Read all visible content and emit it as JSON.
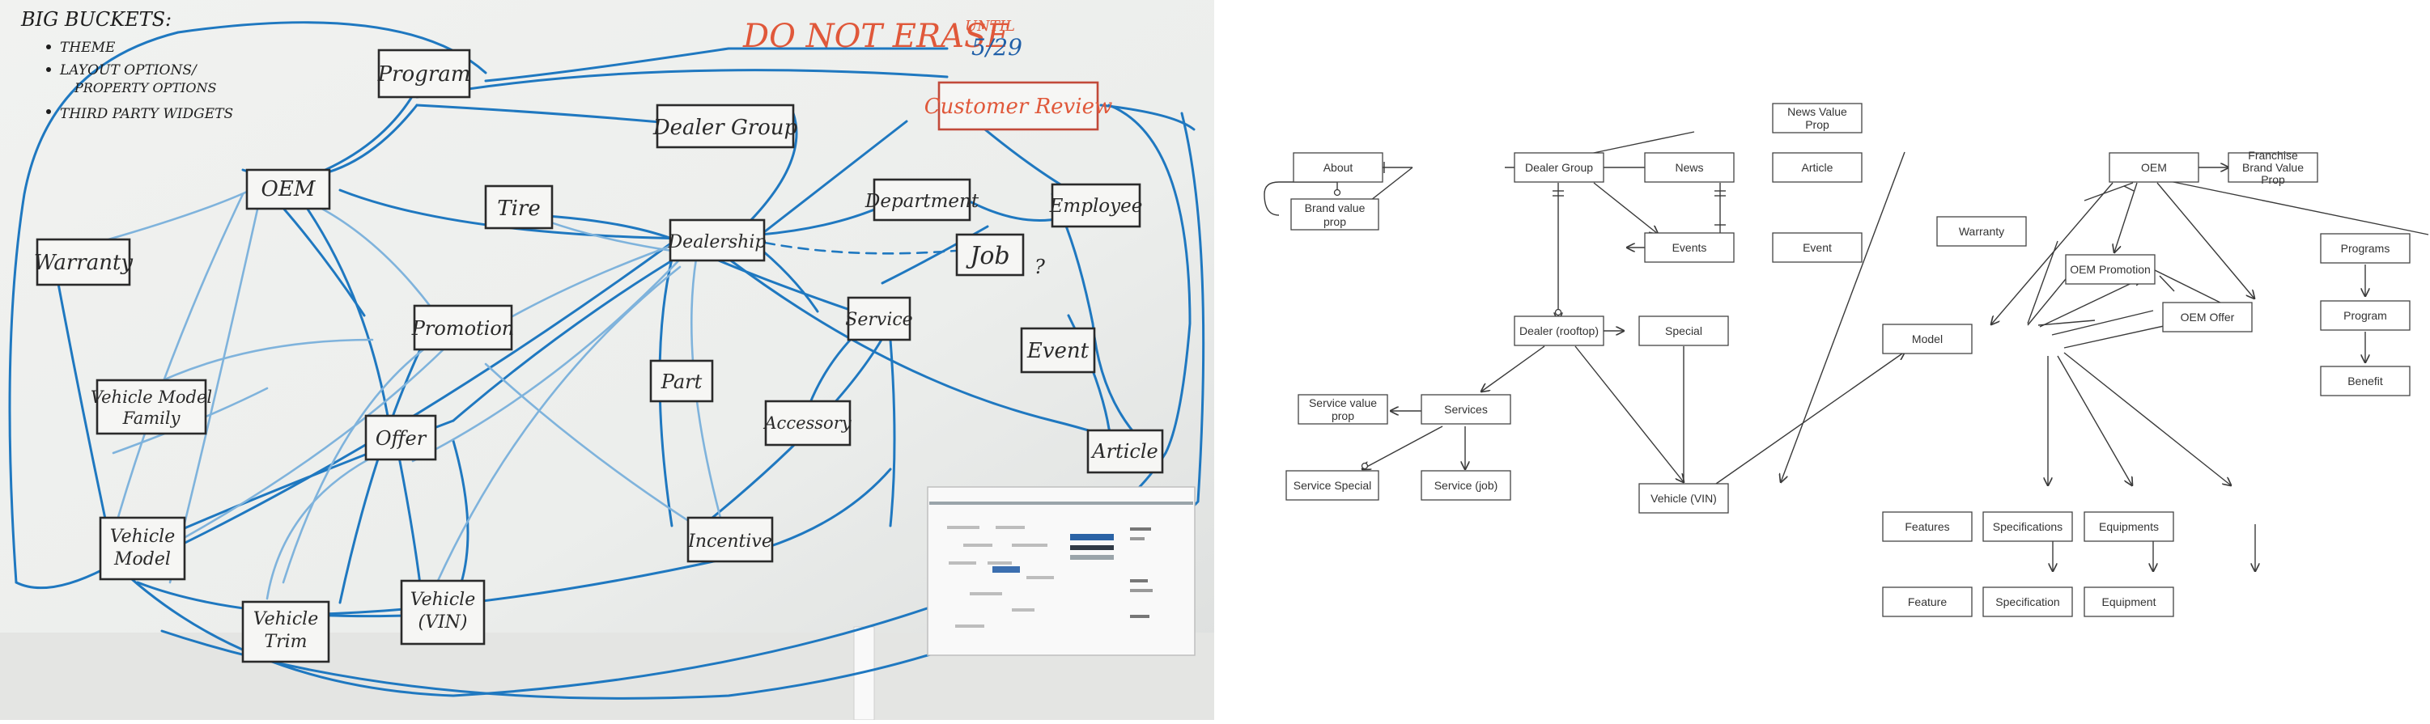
{
  "whiteboard": {
    "notes_title": "BIG BUCKETS:",
    "notes_items": [
      "THEME",
      "LAYOUT OPTIONS/",
      "PROPERTY OPTIONS",
      "THIRD PARTY WIDGETS"
    ],
    "warning": "DO NOT ERASE",
    "warning_until": "UNTIL",
    "warning_date": "5/29",
    "job_question": "?",
    "nodes": {
      "program": "Program",
      "oem": "OEM",
      "dealer_group": "Dealer Group",
      "customer_review": "Customer Review",
      "warranty": "Warranty",
      "tire": "Tire",
      "dealership": "Dealership",
      "department": "Department",
      "employee": "Employee",
      "job": "Job",
      "promotion": "Promotion",
      "vehicle_model_family": [
        "Vehicle Model",
        "Family"
      ],
      "offer": "Offer",
      "service": "Service",
      "event": "Event",
      "part": "Part",
      "accessory": "Accessory",
      "article": "Article",
      "vehicle_model": [
        "Vehicle",
        "Model"
      ],
      "incentive": "Incentive",
      "vehicle_trim": [
        "Vehicle",
        "Trim"
      ],
      "vehicle_vin": [
        "Vehicle",
        "(VIN)"
      ]
    },
    "colors": {
      "board": "#f3f3f1",
      "marker": "#1f78c0",
      "marker_light": "#7fb3dc",
      "ink": "#2a2a2a",
      "red": "#e0583a"
    }
  },
  "erd": {
    "nodes": {
      "about": "About",
      "brand_value_prop": [
        "Brand value",
        "prop"
      ],
      "dealer_group": "Dealer Group",
      "news": "News",
      "news_value_prop": [
        "News Value",
        "Prop"
      ],
      "article": "Article",
      "events": "Events",
      "event": "Event",
      "dealer_rooftop": "Dealer (rooftop)",
      "special": "Special",
      "service_value_prop": [
        "Service value",
        "prop"
      ],
      "services": "Services",
      "service_special": "Service Special",
      "service_job": "Service (job)",
      "vehicle_vin": "Vehicle (VIN)",
      "oem": "OEM",
      "franchise_brand_value_prop": [
        "Franchise",
        "Brand Value",
        "Prop"
      ],
      "warranty": "Warranty",
      "oem_promotion": "OEM Promotion",
      "oem_offer": "OEM Offer",
      "model": "Model",
      "programs": "Programs",
      "program": "Program",
      "benefit": "Benefit",
      "features": "Features",
      "feature": "Feature",
      "specifications": "Specifications",
      "specification": "Specification",
      "equipments": "Equipments",
      "equipment": "Equipment"
    }
  }
}
